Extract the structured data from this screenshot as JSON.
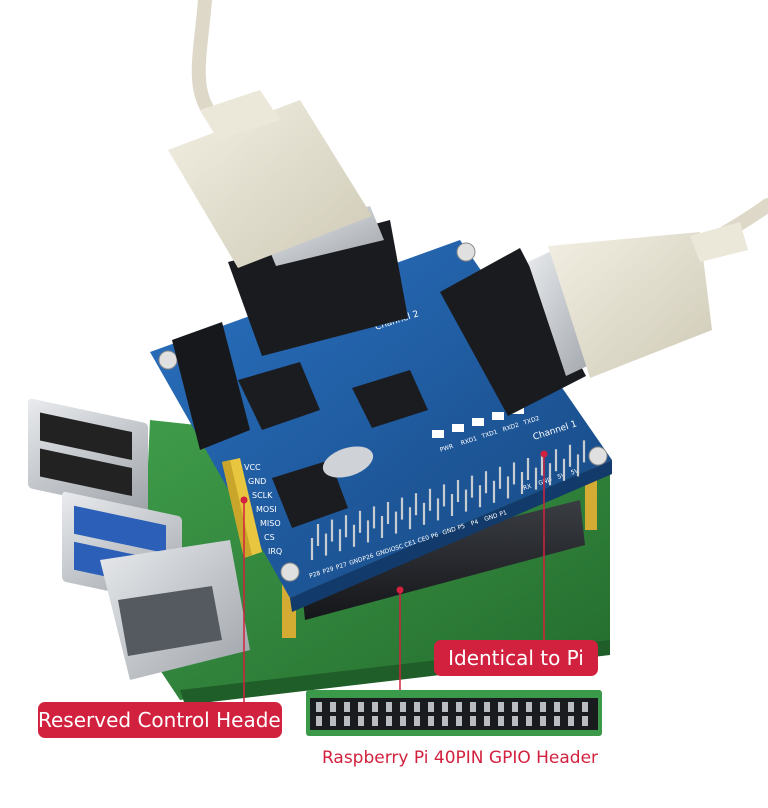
{
  "callouts": {
    "identical_to_pi": "Identical to Pi",
    "reserved_control_header": "Reserved Control Header",
    "gpio_caption": "Raspberry Pi 40PIN GPIO Header"
  },
  "board_labels": {
    "channel_1": "Channel 1",
    "channel_2": "Channel 2",
    "control_pins": [
      "VCC",
      "GND",
      "SCLK",
      "MOSI",
      "MISO",
      "CS",
      "IRQ"
    ],
    "leds": [
      "PWR",
      "RXD1",
      "TXD1",
      "RXD2",
      "TXD2"
    ],
    "pin_row_top": [
      "RX",
      "GND",
      "5V",
      "5V"
    ],
    "pin_row_bottom": [
      "P28",
      "P29",
      "P27",
      "GND",
      "P26",
      "GND",
      "IOSC",
      "CE1",
      "CE0",
      "P6",
      "GND",
      "P5",
      "P4",
      "GND",
      "P1"
    ]
  },
  "colors": {
    "accent": "#d2213e",
    "pcb_blue": "#1f5ea8",
    "pi_green": "#2f8a3c",
    "cable_beige": "#e6e2d2",
    "header_gold": "#e8c640"
  }
}
